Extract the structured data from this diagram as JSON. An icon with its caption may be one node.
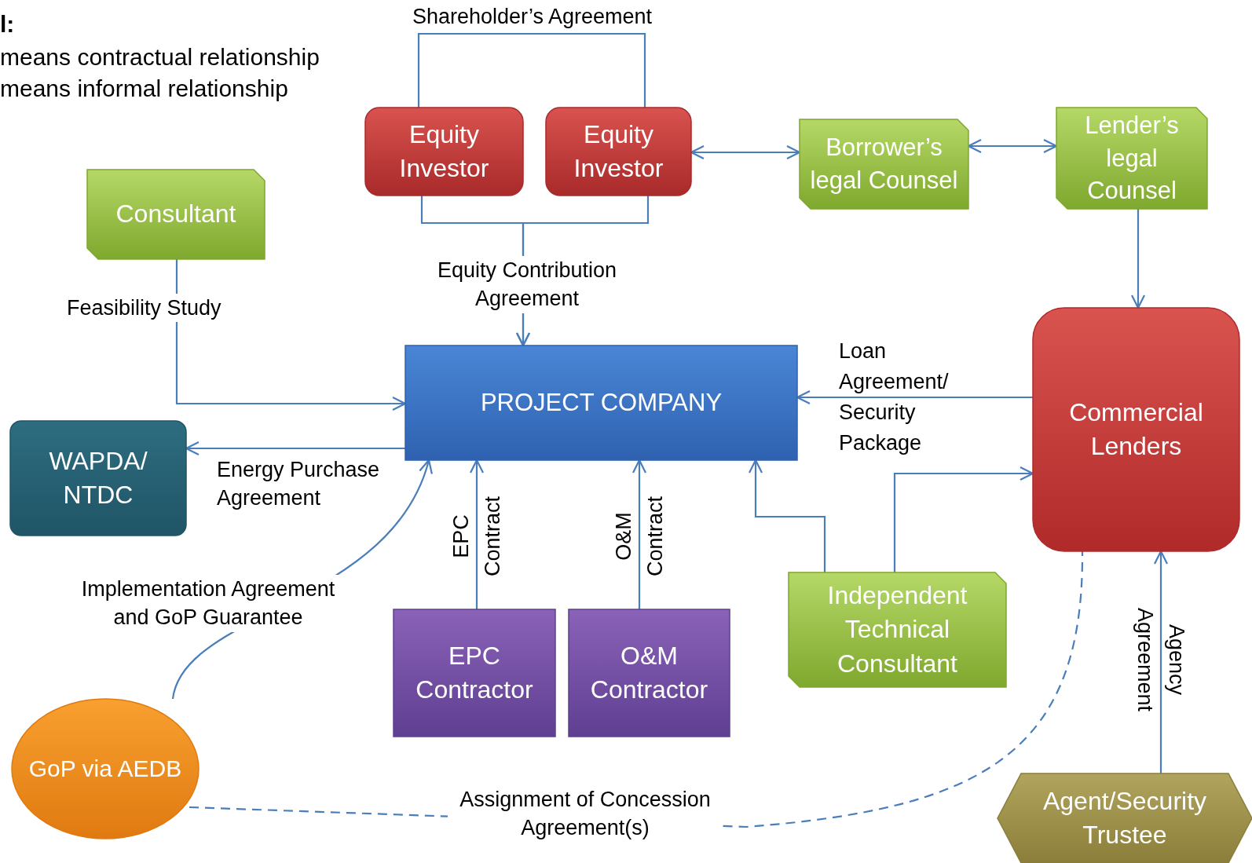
{
  "diagram": {
    "nodes": [
      {
        "text": [
          "Equity Investor"
        ]
      },
      {
        "text": [
          "Equity Investor"
        ]
      },
      {
        "text": [
          "Borrower’s legal Counsel"
        ]
      },
      {
        "text": [
          "Lender’s legal Counsel"
        ]
      },
      {
        "text": [
          "Consultant"
        ]
      },
      {
        "text": [
          "PROJECT COMPANY"
        ]
      },
      {
        "text": [
          "Commercial Lenders"
        ]
      },
      {
        "text": [
          "WAPDA/ NTDC"
        ]
      },
      {
        "text": [
          "EPC Contractor"
        ]
      },
      {
        "text": [
          "O&M Contractor"
        ]
      },
      {
        "text": [
          "Independent Technical Consultant"
        ]
      },
      {
        "text": [
          "GoP via AEDB"
        ]
      },
      {
        "text": [
          "Agent/Security Trustee"
        ]
      }
    ],
    "edges": [
      {
        "from": 0,
        "to": 1,
        "arrow": "none",
        "label": "Shareholder’s Agreement"
      },
      {
        "from": 0,
        "to": 5,
        "arrow": "to",
        "label": "Equity Contribution Agreement"
      },
      {
        "from": 1,
        "to": 5,
        "arrow": "to"
      },
      {
        "from": 1,
        "to": 2,
        "arrow": "both"
      },
      {
        "from": 2,
        "to": 3,
        "arrow": "both"
      },
      {
        "from": 3,
        "to": 6,
        "arrow": "to"
      },
      {
        "from": 4,
        "to": 5,
        "arrow": "to",
        "label": "Feasibility Study"
      },
      {
        "from": 5,
        "to": 7,
        "arrow": "to",
        "label": "Energy Purchase Agreement"
      },
      {
        "from": 11,
        "to": 5,
        "arrow": "to",
        "label": "Implementation Agreement and GoP Guarantee"
      },
      {
        "from": 8,
        "to": 5,
        "arrow": "to",
        "label": "EPC Contract"
      },
      {
        "from": 9,
        "to": 5,
        "arrow": "to",
        "label": "O&M Contract"
      },
      {
        "from": 10,
        "to": 5,
        "arrow": "to"
      },
      {
        "from": 10,
        "to": 6,
        "arrow": "to"
      },
      {
        "from": 6,
        "to": 5,
        "arrow": "to",
        "label": "Loan Agreement/ Security Package"
      },
      {
        "from": 12,
        "to": 6,
        "arrow": "to",
        "label": "Agency Agreement"
      },
      {
        "from": 11,
        "to": 6,
        "arrow": "none",
        "style": "dashed",
        "label": "Assignment of Concession Agreement(s)"
      }
    ],
    "labels": [
      "l:"
    ],
    "legend": [
      {
        "text": "means contractual relationship"
      },
      {
        "text": "means informal relationship"
      }
    ]
  }
}
